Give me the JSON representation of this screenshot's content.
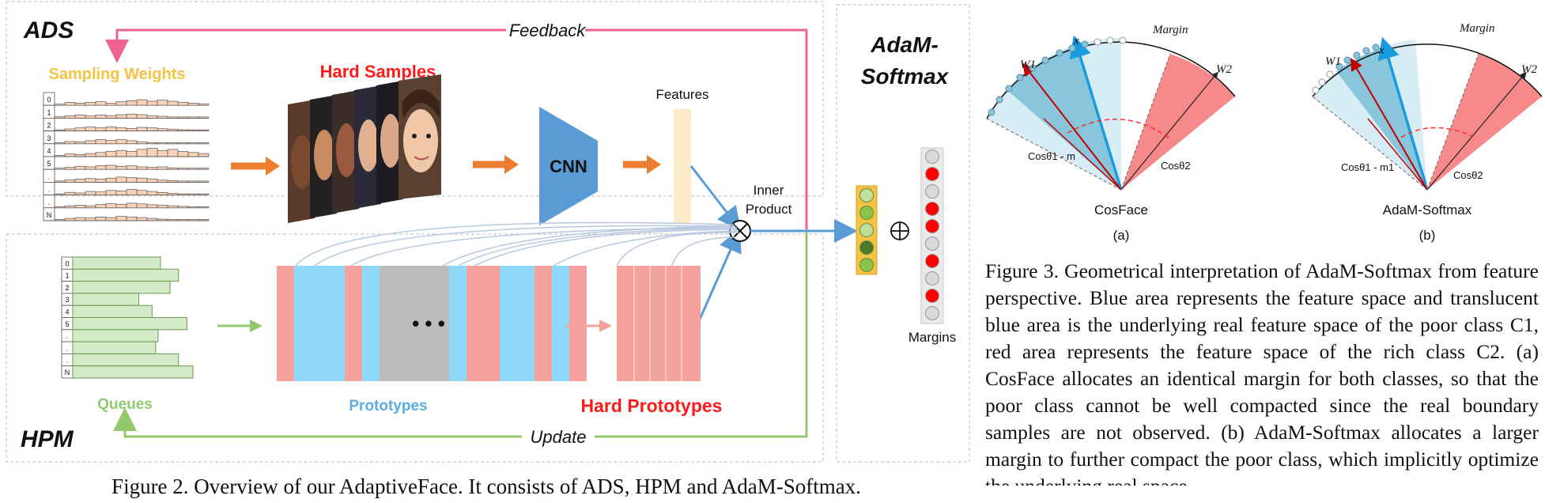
{
  "figure2": {
    "ads_label": "ADS",
    "hpm_label": "HPM",
    "feedback_label": "Feedback",
    "update_label": "Update",
    "sampling_weights_label": "Sampling Weights",
    "hard_samples_label": "Hard Samples",
    "cnn_label": "CNN",
    "features_label": "Features",
    "inner_product_label_1": "Inner",
    "inner_product_label_2": "Product",
    "adam_title_1": "AdaM-",
    "adam_title_2": "Softmax",
    "margins_label": "Margins",
    "queues_label": "Queues",
    "prototypes_label": "Prototypes",
    "hard_prototypes_label": "Hard Prototypes",
    "ellipsis": "• • •",
    "row_labels": [
      "0",
      "1",
      "2",
      "3",
      "4",
      "5",
      ".",
      ".",
      ".",
      "N"
    ],
    "queue_values": [
      0.73,
      0.88,
      0.81,
      0.55,
      0.66,
      0.95,
      0.71,
      0.69,
      0.88,
      1.0
    ],
    "sampling_weight_steps": [
      [
        0.1,
        0.28,
        0.22,
        0.3,
        0.35,
        0.2,
        0.35,
        0.45,
        0.55,
        0.4,
        0.5,
        0.4,
        0.3,
        0.2,
        0.15
      ],
      [
        0.14,
        0.22,
        0.32,
        0.22,
        0.3,
        0.25,
        0.34,
        0.4,
        0.34,
        0.22,
        0.18,
        0.1,
        0.08,
        0.06,
        0.05
      ],
      [
        0.1,
        0.2,
        0.3,
        0.38,
        0.3,
        0.4,
        0.3,
        0.25,
        0.35,
        0.3,
        0.22,
        0.18,
        0.12,
        0.1,
        0.05
      ],
      [
        0.1,
        0.22,
        0.18,
        0.3,
        0.4,
        0.32,
        0.4,
        0.3,
        0.2,
        0.1,
        0.05,
        0.04,
        0.03,
        0.03,
        0.02
      ],
      [
        0.12,
        0.25,
        0.2,
        0.3,
        0.4,
        0.5,
        0.6,
        0.5,
        0.7,
        0.8,
        0.6,
        0.7,
        0.5,
        0.4,
        0.3
      ],
      [
        0.1,
        0.2,
        0.3,
        0.25,
        0.35,
        0.4,
        0.3,
        0.35,
        0.25,
        0.2,
        0.25,
        0.15,
        0.12,
        0.08,
        0.05
      ],
      [
        0.12,
        0.22,
        0.3,
        0.36,
        0.3,
        0.4,
        0.5,
        0.45,
        0.4,
        0.32,
        0.2,
        0.15,
        0.1,
        0.08,
        0.05
      ],
      [
        0.1,
        0.26,
        0.2,
        0.35,
        0.3,
        0.45,
        0.4,
        0.55,
        0.45,
        0.35,
        0.25,
        0.15,
        0.1,
        0.08,
        0.05
      ],
      [
        0.12,
        0.18,
        0.25,
        0.2,
        0.32,
        0.4,
        0.35,
        0.45,
        0.38,
        0.3,
        0.25,
        0.2,
        0.15,
        0.1,
        0.05
      ],
      [
        0.1,
        0.22,
        0.3,
        0.26,
        0.36,
        0.3,
        0.42,
        0.36,
        0.3,
        0.22,
        0.15,
        0.1,
        0.08,
        0.05,
        0.04
      ]
    ],
    "prototype_stripes": [
      "red",
      "blue",
      "blue",
      "red",
      "blue",
      "gray",
      "gray",
      "blue",
      "red",
      "blue",
      "blue",
      "red",
      "blue",
      "red"
    ],
    "margin_dots": [
      "gray",
      "red",
      "gray",
      "red",
      "red",
      "gray",
      "red",
      "gray",
      "red",
      "gray"
    ],
    "feature_vector_dots": [
      "#bfe09a",
      "#8bc34a",
      "#bfe09a",
      "#4a7a2a",
      "#8bc34a"
    ],
    "colors": {
      "pink": "#f06292",
      "sampling_orange": "#f5c242",
      "hard_red": "#ff1a1a",
      "queue_green": "#92c96e",
      "proto_blue": "#5aaee6",
      "cnn_blue": "#5b9bd5",
      "arrow_orange": "#ed7d31",
      "salmon": "#f5a29c",
      "light_blue": "#8fd8f8"
    }
  },
  "figure3": {
    "panel_a": {
      "name": "CosFace",
      "letter": "(a)",
      "margin": "Margin",
      "w1": "W1",
      "w2": "W2",
      "x": "x",
      "cos1": "Cosθ1 - m",
      "cos2": "Cosθ2"
    },
    "panel_b": {
      "name": "AdaM-Softmax",
      "letter": "(b)",
      "margin": "Margin",
      "w1": "W1",
      "w2": "W2",
      "x": "x",
      "cos1": "Cosθ1 - m1",
      "cos2": "Cosθ2"
    }
  },
  "captions": {
    "fig2": "Figure 2. Overview of our AdaptiveFace. It consists of ADS, HPM and AdaM-Softmax.",
    "fig3": "Figure 3. Geometrical interpretation of AdaM-Softmax from feature perspective. Blue area represents the feature space and translucent blue area is the underlying real feature space of the poor class C1, red area represents the feature space of the rich class C2. (a) CosFace allocates an identical margin for both classes, so that the poor class cannot be well compacted since the real boundary samples are not observed. (b) AdaM-Softmax allocates a larger margin to further compact the poor class, which implicitly optimize the underlying real space."
  }
}
